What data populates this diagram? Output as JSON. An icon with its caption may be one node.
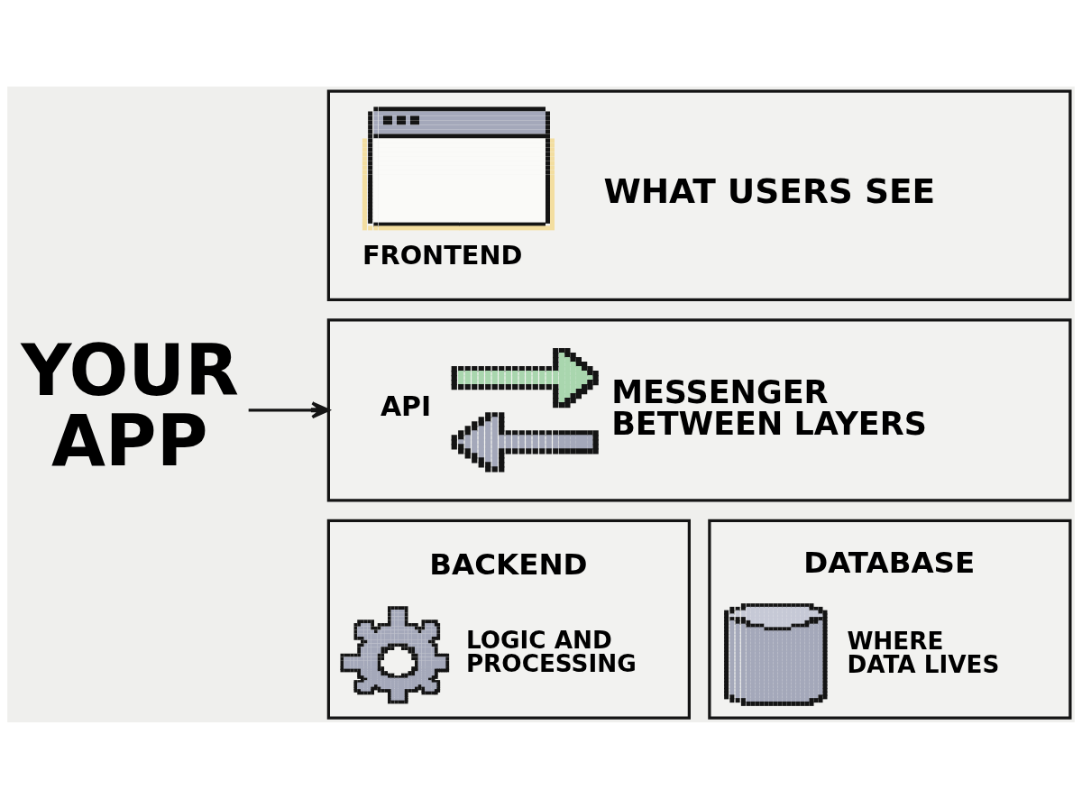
{
  "diagram": {
    "nodes": [
      {
        "text": [
          "YOUR APP"
        ]
      },
      {
        "text": [
          "FRONTEND",
          "WHAT USERS SEE"
        ]
      },
      {
        "text": [
          "API",
          "MESSENGER BETWEEN LAYERS"
        ]
      },
      {
        "text": [
          "BACKEND",
          "LOGIC AND PROCESSING"
        ]
      },
      {
        "text": [
          "DATABASE",
          "WHERE DATA LIVES"
        ]
      }
    ],
    "edges": [
      {
        "from": 0,
        "to": 2,
        "arrow": "to"
      }
    ]
  }
}
